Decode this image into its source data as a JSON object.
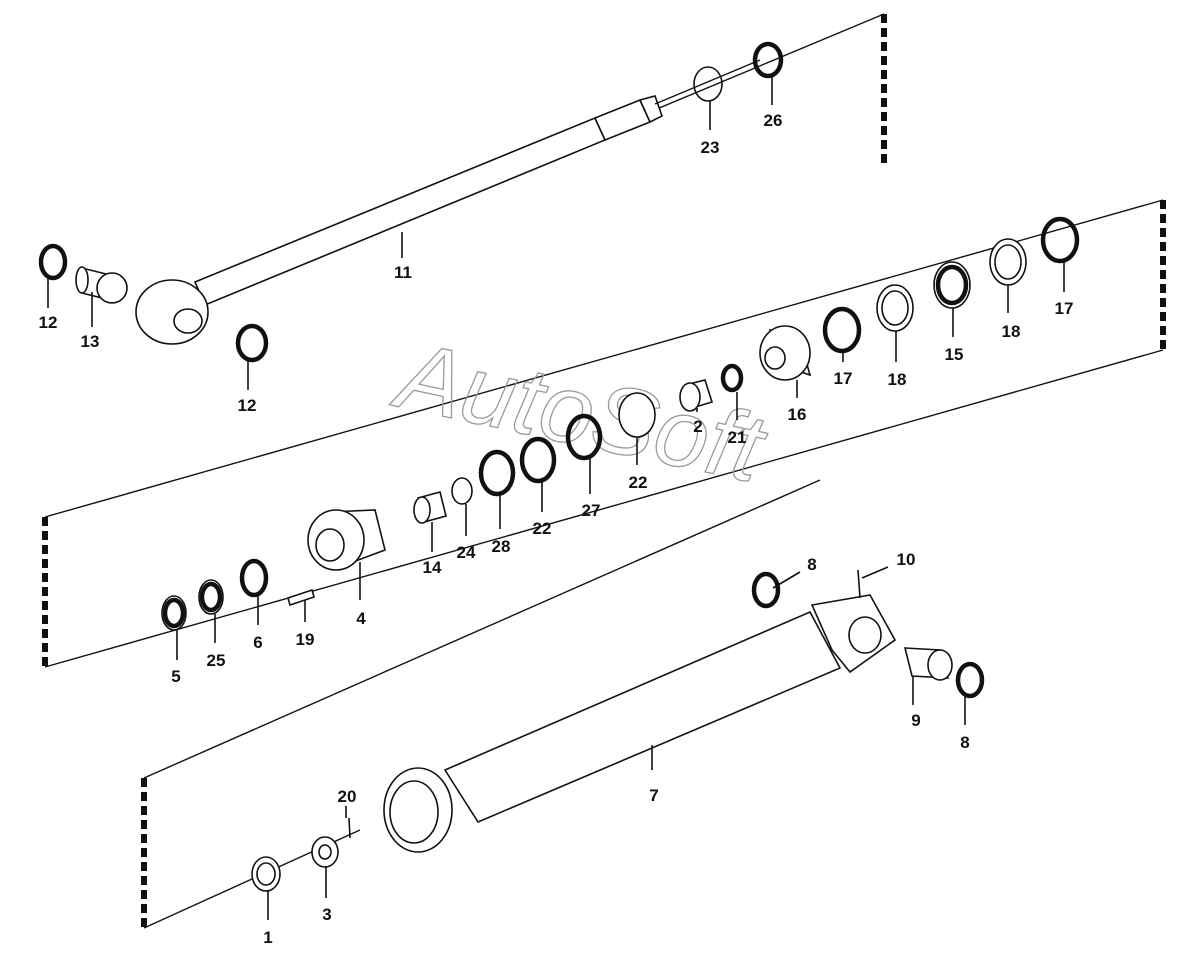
{
  "watermark": "AutoSoft",
  "callouts": [
    {
      "id": "c1",
      "text": "1"
    },
    {
      "id": "c2",
      "text": "2"
    },
    {
      "id": "c3",
      "text": "3"
    },
    {
      "id": "c4",
      "text": "4"
    },
    {
      "id": "c5",
      "text": "5"
    },
    {
      "id": "c6",
      "text": "6"
    },
    {
      "id": "c7",
      "text": "7"
    },
    {
      "id": "c8a",
      "text": "8"
    },
    {
      "id": "c8b",
      "text": "8"
    },
    {
      "id": "c9",
      "text": "9"
    },
    {
      "id": "c10",
      "text": "10"
    },
    {
      "id": "c11",
      "text": "11"
    },
    {
      "id": "c12a",
      "text": "12"
    },
    {
      "id": "c12b",
      "text": "12"
    },
    {
      "id": "c13",
      "text": "13"
    },
    {
      "id": "c14",
      "text": "14"
    },
    {
      "id": "c15",
      "text": "15"
    },
    {
      "id": "c16",
      "text": "16"
    },
    {
      "id": "c17a",
      "text": "17"
    },
    {
      "id": "c17b",
      "text": "17"
    },
    {
      "id": "c18a",
      "text": "18"
    },
    {
      "id": "c18b",
      "text": "18"
    },
    {
      "id": "c19",
      "text": "19"
    },
    {
      "id": "c20",
      "text": "20"
    },
    {
      "id": "c21",
      "text": "21"
    },
    {
      "id": "c22a",
      "text": "22"
    },
    {
      "id": "c22b",
      "text": "22"
    },
    {
      "id": "c23",
      "text": "23"
    },
    {
      "id": "c24",
      "text": "24"
    },
    {
      "id": "c25",
      "text": "25"
    },
    {
      "id": "c26",
      "text": "26"
    },
    {
      "id": "c27",
      "text": "27"
    },
    {
      "id": "c28",
      "text": "28"
    }
  ]
}
